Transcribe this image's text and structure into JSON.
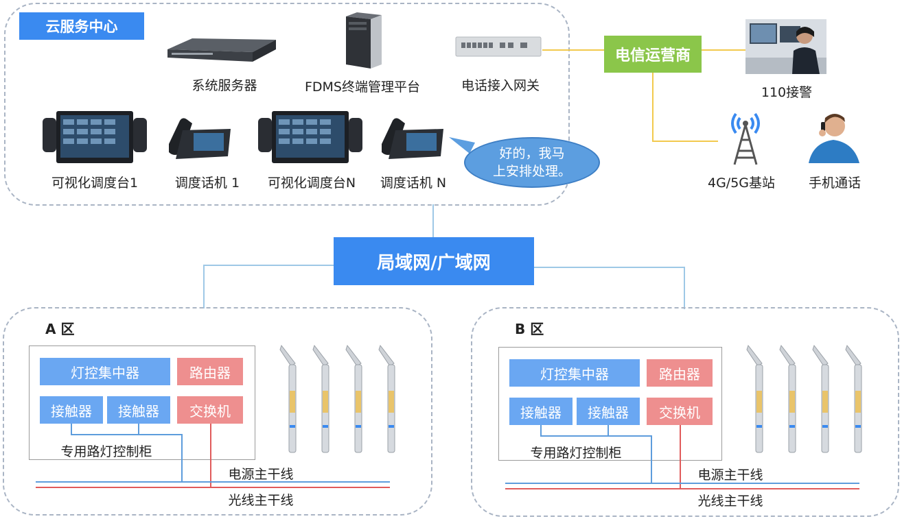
{
  "cloud": {
    "title": "云服务中心",
    "devices": {
      "server": "系统服务器",
      "fdms": "FDMS终端管理平台",
      "gateway": "电话接入网关",
      "console1": "可视化调度台1",
      "phone1": "调度话机 1",
      "consoleN": "可视化调度台N",
      "phoneN": "调度话机 N"
    },
    "bubble_line1": "好的，我马",
    "bubble_line2": "上安排处理。"
  },
  "telecom": {
    "label": "电信运营商",
    "police": "110接警",
    "base_station": "4G/5G基站",
    "mobile": "手机通话"
  },
  "network": {
    "label": "局域网/广域网"
  },
  "zones": [
    {
      "name": "A 区",
      "concentrator": "灯控集中器",
      "router": "路由器",
      "contactor1": "接触器",
      "contactor2": "接触器",
      "switch": "交换机",
      "cabinet_label": "专用路灯控制柜",
      "power_line": "电源主干线",
      "fiber_line": "光线主干线"
    },
    {
      "name": "B 区",
      "concentrator": "灯控集中器",
      "router": "路由器",
      "contactor1": "接触器",
      "contactor2": "接触器",
      "switch": "交换机",
      "cabinet_label": "专用路灯控制柜",
      "power_line": "电源主干线",
      "fiber_line": "光线主干线"
    }
  ],
  "colors": {
    "accent_blue": "#3a8af0",
    "telecom_green": "#8bc64a",
    "box_blue": "#6aa7f2",
    "box_red": "#ee8f8f",
    "connector_yellow": "#f2c94c"
  },
  "icons": {
    "server": "rack-server-icon",
    "tower": "tower-server-icon",
    "gateway": "network-gateway-icon",
    "console": "dispatch-console-icon",
    "phone": "desk-phone-icon",
    "police": "police-operator-icon",
    "base_station": "cell-tower-icon",
    "mobile": "mobile-caller-icon",
    "streetlight": "streetlight-icon"
  }
}
